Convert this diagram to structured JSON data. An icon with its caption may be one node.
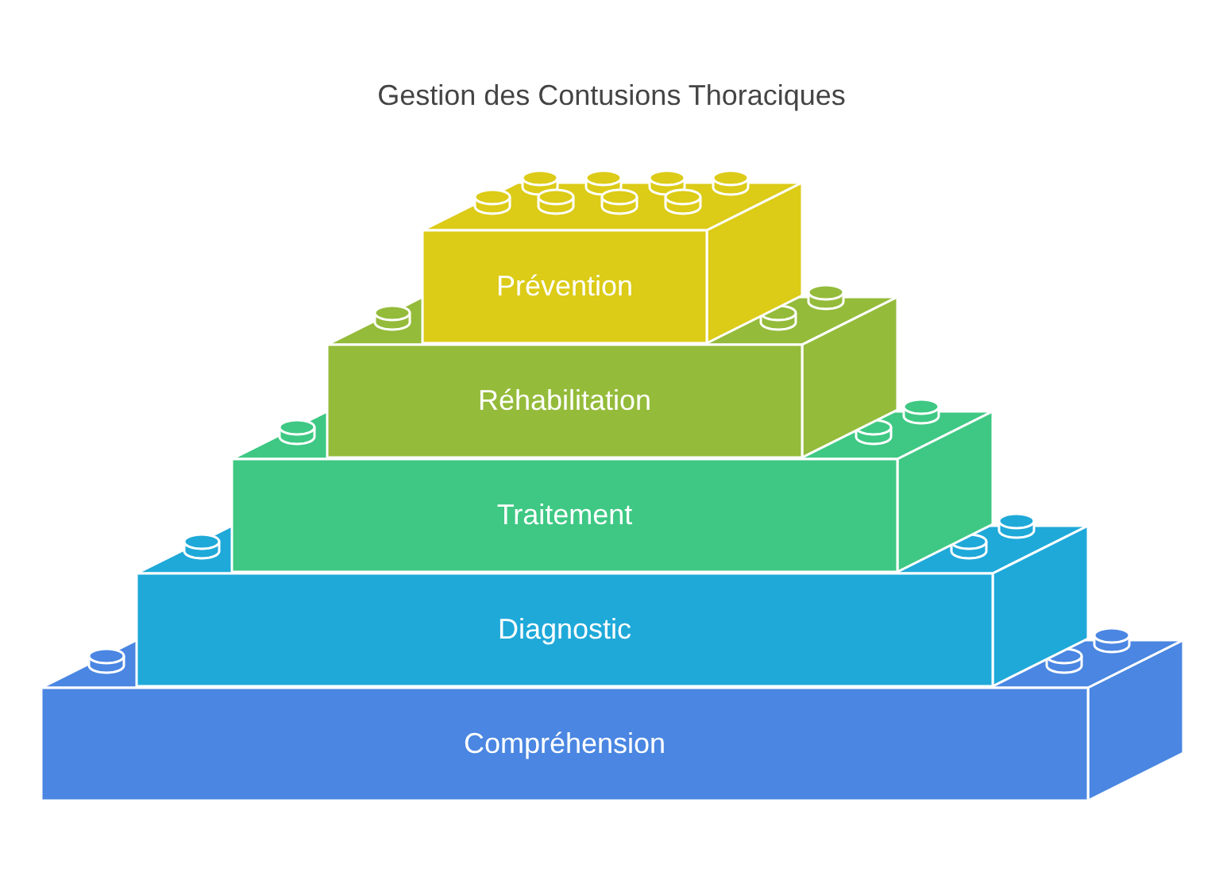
{
  "diagram": {
    "title": "Gestion des Contusions Thoraciques",
    "nodes": [
      {
        "text": [
          "Prévention"
        ]
      },
      {
        "text": [
          "Réhabilitation"
        ]
      },
      {
        "text": [
          "Traitement"
        ]
      },
      {
        "text": [
          "Diagnostic"
        ]
      },
      {
        "text": [
          "Compréhension"
        ]
      }
    ]
  }
}
